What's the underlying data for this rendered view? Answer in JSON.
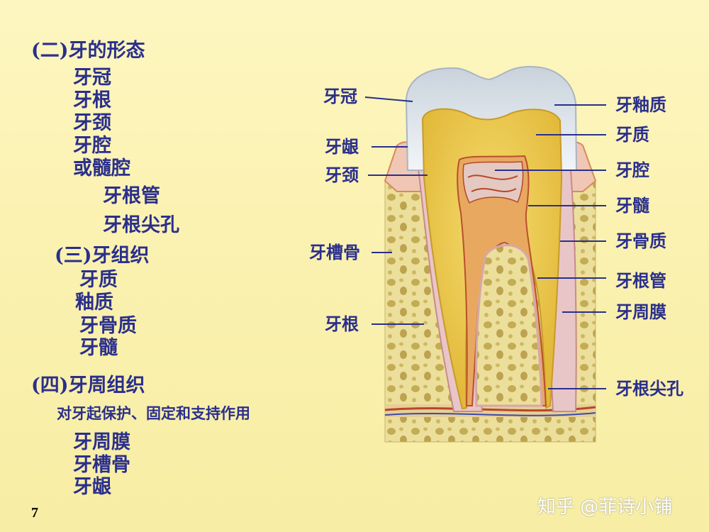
{
  "left": {
    "sec2_title": "(二)牙的形态",
    "sec2_items": [
      "牙冠",
      "牙根",
      "牙颈",
      "牙腔",
      "或髓腔"
    ],
    "sec2_sub": [
      "牙根管",
      "牙根尖孔"
    ],
    "sec3_title": "(三)牙组织",
    "sec3_items": [
      "牙质",
      "釉质",
      "牙骨质",
      "牙髓"
    ],
    "sec4_title": "(四)牙周组织",
    "sec4_note": "对牙起保护、固定和支持作用",
    "sec4_items": [
      "牙周膜",
      "牙槽骨",
      "牙龈"
    ]
  },
  "labels": {
    "left": [
      "牙冠",
      "牙龈",
      "牙颈",
      "牙槽骨",
      "牙根"
    ],
    "right": [
      "牙釉质",
      "牙质",
      "牙腔",
      "牙髓",
      "牙骨质",
      "牙根管",
      "牙周膜",
      "牙根尖孔"
    ]
  },
  "page_number": "7",
  "watermark": "知乎 @菲诗小铺",
  "colors": {
    "text": "#2a2f8c",
    "dentin": "#e9c94a",
    "pulp": "#d98a4a",
    "bone": "#e8dc9a",
    "enamel": "#dfe6ee"
  }
}
